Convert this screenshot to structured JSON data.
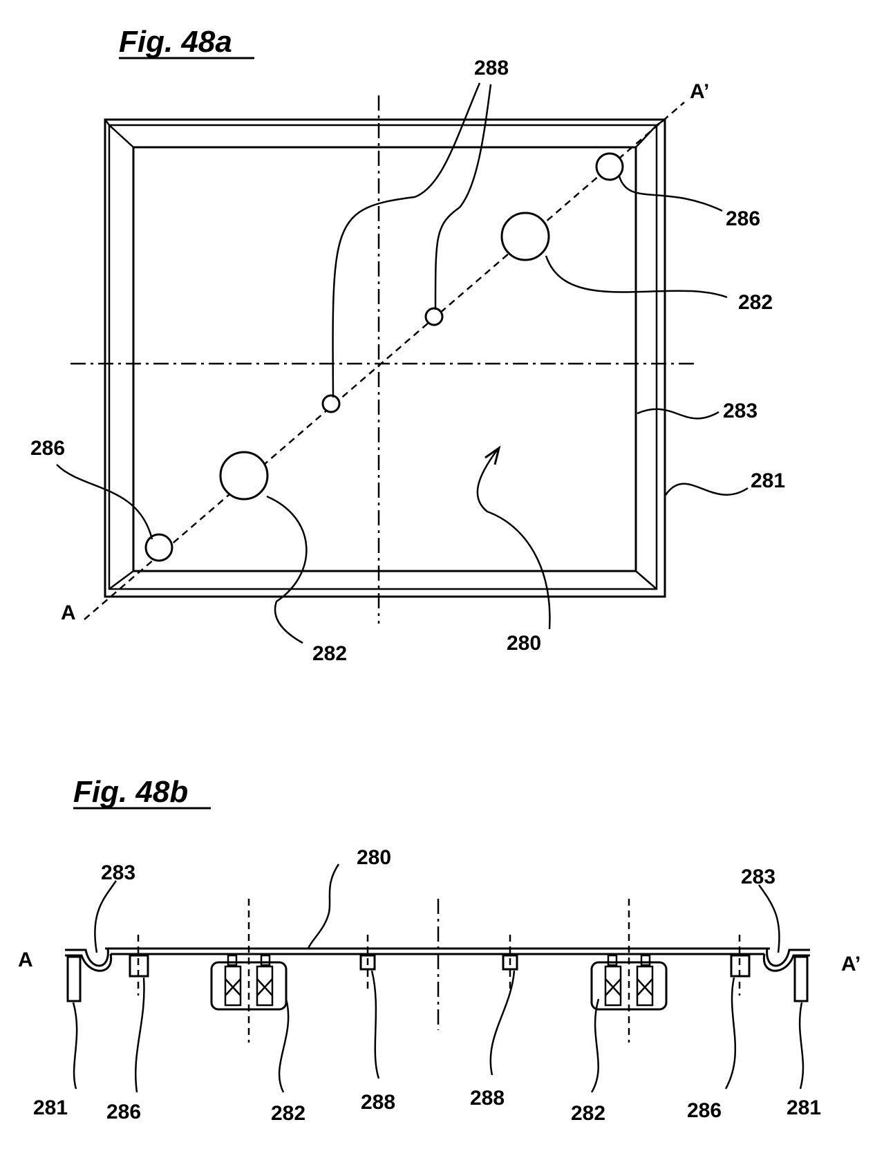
{
  "figure_a": {
    "title": "Fig. 48a",
    "labels": {
      "a": "A",
      "a_prime": "A’",
      "l288": "288",
      "l286_right": "286",
      "l282_right": "282",
      "l283": "283",
      "l281": "281",
      "l286_left": "286",
      "l282_bottom": "282",
      "l280": "280"
    }
  },
  "figure_b": {
    "title": "Fig. 48b",
    "labels": {
      "a": "A",
      "a_prime": "A’",
      "l280": "280",
      "l283_left": "283",
      "l283_right": "283",
      "l281_left": "281",
      "l286_left": "286",
      "l282_left": "282",
      "l288_left": "288",
      "l288_right": "288",
      "l282_right": "282",
      "l286_right": "286",
      "l281_right": "281"
    }
  }
}
